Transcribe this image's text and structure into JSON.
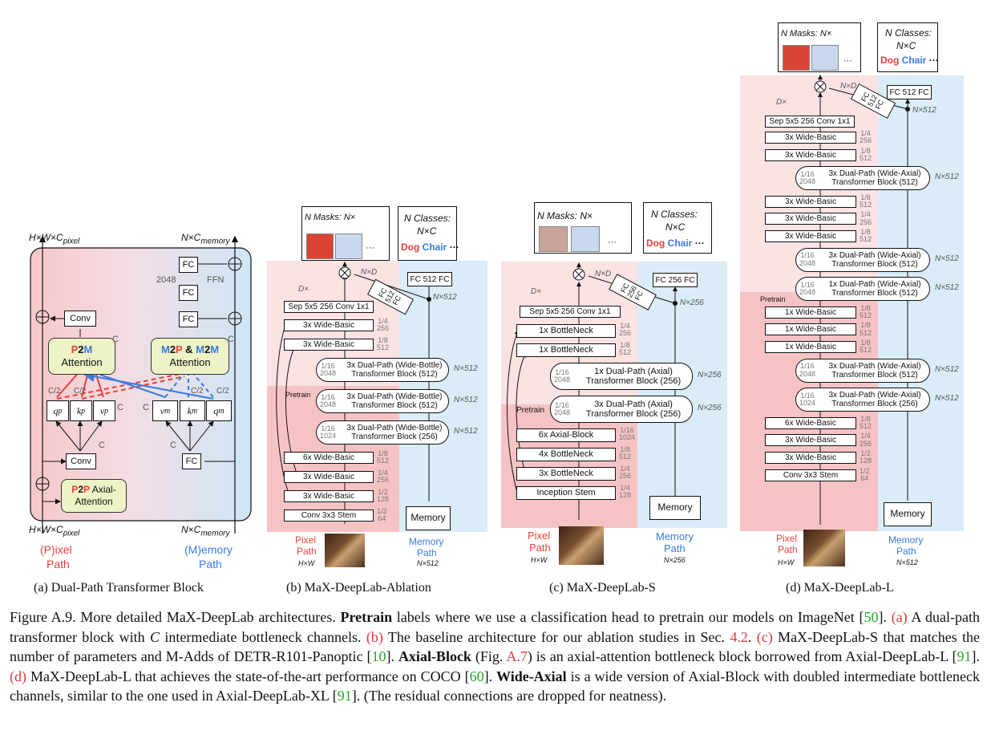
{
  "panel_a": {
    "top_left_dim": "H×W×C",
    "top_left_sub": "pixel",
    "top_right_dim": "N×C",
    "top_right_sub": "memory",
    "bottom_left_dim": "H×W×C",
    "bottom_left_sub": "pixel",
    "bottom_right_dim": "N×C",
    "bottom_right_sub": "memory",
    "fc": "FC",
    "conv": "Conv",
    "ffn": "FFN",
    "dim_2048": "2048",
    "c": "C",
    "c2": "C/2",
    "p2m_p": "P",
    "p2m_2": "2",
    "p2m_m": "M",
    "attention": "Attention",
    "m2p_m": "M",
    "m2p_2": "2",
    "m2p_p": "P",
    "m2p_amp": " & ",
    "m2m_m1": "M",
    "m2m_2": "2",
    "m2m_m2": "M",
    "p2p_p1": "P",
    "p2p_2": "2",
    "p2p_p2": "P",
    "p2p_rest": " Axial-",
    "p2p_attention": "Attention",
    "qp": "q",
    "kp": "k",
    "vp": "v",
    "sup_p": "p",
    "vm": "v",
    "km": "k",
    "qm": "q",
    "sup_m": "m",
    "pixel_path_1": "(P)ixel",
    "pixel_path_2": "Path",
    "memory_path_1": "(M)emory",
    "memory_path_2": "Path",
    "caption": "(a)  Dual-Path Transformer Block"
  },
  "panel_b": {
    "masks_label": "N Masks: N×",
    "classes_label": "N Classes:",
    "classes_dim": "N×C",
    "dog": "Dog",
    "chair": "Chair",
    "ellipsis": "···",
    "fc_head": "FC 512 FC",
    "fc_diag": "FC 512 FC",
    "nd": "N×D",
    "n512": "N×512",
    "dhw": "D×",
    "sep": "Sep 5x5 256 Conv 1x1",
    "blocks": [
      {
        "label": "3x Wide-Basic",
        "frac": "1/4",
        "dim": "256"
      },
      {
        "label": "3x Wide-Basic",
        "frac": "1/8",
        "dim": "512"
      },
      {
        "label": "3x Dual-Path (Wide-Bottle) Transformer Block (512)",
        "frac": "1/16",
        "dim": "2048",
        "mem": "N×512"
      },
      {
        "label": "3x Dual-Path (Wide-Bottle) Transformer Block (512)",
        "frac": "1/16",
        "dim": "2048",
        "mem": "N×512"
      },
      {
        "label": "3x Dual-Path (Wide-Bottle) Transformer Block (256)",
        "frac": "1/16",
        "dim": "1024",
        "mem": "N×512"
      },
      {
        "label": "6x Wide-Basic",
        "frac": "1/8",
        "dim": "512"
      },
      {
        "label": "3x Wide-Basic",
        "frac": "1/4",
        "dim": "256"
      },
      {
        "label": "3x Wide-Basic",
        "frac": "1/2",
        "dim": "128"
      },
      {
        "label": "Conv 3x3 Stem",
        "frac": "1/2",
        "dim": "64"
      }
    ],
    "pretrain": "Pretrain",
    "memory": "Memory",
    "pixel_path_1": "Pixel",
    "pixel_path_2": "Path",
    "hw": "H×W",
    "memory_path_1": "Memory",
    "memory_path_2": "Path",
    "n512_bottom": "N×512",
    "caption": "(b)  MaX-DeepLab-Ablation"
  },
  "panel_c": {
    "masks_label": "N Masks: N×",
    "classes_label": "N Classes:",
    "classes_dim": "N×C",
    "dog": "Dog",
    "chair": "Chair",
    "ellipsis": "···",
    "fc_head": "FC 256 FC",
    "fc_diag": "FC 256 FC",
    "nd": "N×D",
    "n256": "N×256",
    "dhw": "D×",
    "sep": "Sep 5x5 256 Conv 1x1",
    "blocks": [
      {
        "label": "1x BottleNeck",
        "frac": "1/4",
        "dim": "256"
      },
      {
        "label": "1x BottleNeck",
        "frac": "1/8",
        "dim": "512"
      },
      {
        "label": "1x Dual-Path (Axial) Transformer Block (256)",
        "frac": "1/16",
        "dim": "2048",
        "mem": "N×256"
      },
      {
        "label": "3x Dual-Path (Axial) Transformer Block (256)",
        "frac": "1/16",
        "dim": "2048",
        "mem": "N×256"
      },
      {
        "label": "6x Axial-Block",
        "frac": "1/16",
        "dim": "1024"
      },
      {
        "label": "4x BottleNeck",
        "frac": "1/8",
        "dim": "512"
      },
      {
        "label": "3x BottleNeck",
        "frac": "1/4",
        "dim": "256"
      },
      {
        "label": "Inception Stem",
        "frac": "1/4",
        "dim": "128"
      }
    ],
    "pretrain": "Pretrain",
    "memory": "Memory",
    "pixel_path_1": "Pixel",
    "pixel_path_2": "Path",
    "hw": "H×W",
    "memory_path_1": "Memory",
    "memory_path_2": "Path",
    "n256_bottom": "N×256",
    "caption": "(c)  MaX-DeepLab-S"
  },
  "panel_d": {
    "masks_label": "N Masks: N×",
    "classes_label": "N Classes:",
    "classes_dim": "N×C",
    "dog": "Dog",
    "chair": "Chair",
    "ellipsis": "···",
    "fc_head": "FC 512 FC",
    "fc_diag": "FC 512 FC",
    "nd": "N×D",
    "n512": "N×512",
    "dhw": "D×",
    "sep": "Sep 5x5 256 Conv 1x1",
    "blocks": [
      {
        "label": "3x Wide-Basic",
        "frac": "1/4",
        "dim": "256"
      },
      {
        "label": "3x Wide-Basic",
        "frac": "1/8",
        "dim": "512"
      },
      {
        "label": "3x Dual-Path (Wide-Axial) Transformer Block (512)",
        "frac": "1/16",
        "dim": "2048",
        "mem": "N×512"
      },
      {
        "label": "3x Wide-Basic",
        "frac": "1/8",
        "dim": "512"
      },
      {
        "label": "3x Wide-Basic",
        "frac": "1/4",
        "dim": "256"
      },
      {
        "label": "3x Wide-Basic",
        "frac": "1/8",
        "dim": "512"
      },
      {
        "label": "3x Dual-Path (Wide-Axial) Transformer Block (512)",
        "frac": "1/16",
        "dim": "2048",
        "mem": "N×512"
      },
      {
        "label": "1x Dual-Path (Wide-Axial) Transformer Block (512)",
        "frac": "1/16",
        "dim": "2048",
        "mem": "N×512"
      },
      {
        "label": "1x Wide-Basic",
        "frac": "1/8",
        "dim": "512"
      },
      {
        "label": "1x Wide-Basic",
        "frac": "1/8",
        "dim": "512"
      },
      {
        "label": "1x Wide-Basic",
        "frac": "1/8",
        "dim": "512"
      },
      {
        "label": "3x Dual-Path (Wide-Axial) Transformer Block (512)",
        "frac": "1/16",
        "dim": "2048",
        "mem": "N×512"
      },
      {
        "label": "3x Dual-Path (Wide-Axial) Transformer Block (256)",
        "frac": "1/16",
        "dim": "1024",
        "mem": "N×512"
      },
      {
        "label": "6x Wide-Basic",
        "frac": "1/8",
        "dim": "512"
      },
      {
        "label": "3x Wide-Basic",
        "frac": "1/4",
        "dim": "256"
      },
      {
        "label": "3x Wide-Basic",
        "frac": "1/2",
        "dim": "128"
      },
      {
        "label": "Conv 3x3 Stem",
        "frac": "1/2",
        "dim": "64"
      }
    ],
    "pretrain": "Pretrain",
    "memory": "Memory",
    "pixel_path_1": "Pixel",
    "pixel_path_2": "Path",
    "hw": "H×W",
    "memory_path_1": "Memory",
    "memory_path_2": "Path",
    "n512_bottom": "N×512",
    "caption": "(d)  MaX-DeepLab-L"
  },
  "figure_caption": {
    "p1": "Figure A.9.  More detailed MaX-DeepLab architectures. ",
    "pretrain_bold": "Pretrain",
    "p2": " labels where we use a classification head to pretrain our models on ImageNet [",
    "c50": "50",
    "p3": "]. ",
    "ra": "(a)",
    "p4": " A dual-path transformer block with ",
    "cvar": "C",
    "p5": " intermediate bottleneck channels. ",
    "rb": "(b)",
    "p6": " The baseline architecture for our ablation studies in Sec. ",
    "s42": "4.2",
    "p7": ". ",
    "rc": "(c)",
    "p8": " MaX-DeepLab-S that matches the number of parameters and M-Adds of DETR-R101-Panoptic [",
    "c10": "10",
    "p9": "]. ",
    "axial_bold": "Axial-Block",
    "p10": " (Fig. ",
    "a7": "A.7",
    "p11": ") is an axial-attention bottleneck block borrowed from Axial-DeepLab-L [",
    "c91a": "91",
    "p12": "]. ",
    "rd": "(d)",
    "p13": " MaX-DeepLab-L that achieves the state-of-the-art performance on COCO [",
    "c60": "60",
    "p14": "]. ",
    "wide_bold": "Wide-Axial",
    "p15": " is a wide version of Axial-Block with doubled intermediate bottleneck channels, similar to the one used in Axial-DeepLab-XL [",
    "c91b": "91",
    "p16": "]. (The residual connections are dropped for neatness)."
  },
  "colors": {
    "pixel_red": "#e8413a",
    "memory_blue": "#3a7be0",
    "pink_bg": "#fbe2e3",
    "deep_pink": "#f6c3c5",
    "blue_bg": "#d9ecf7",
    "attn_fill": "#eef3c6"
  }
}
